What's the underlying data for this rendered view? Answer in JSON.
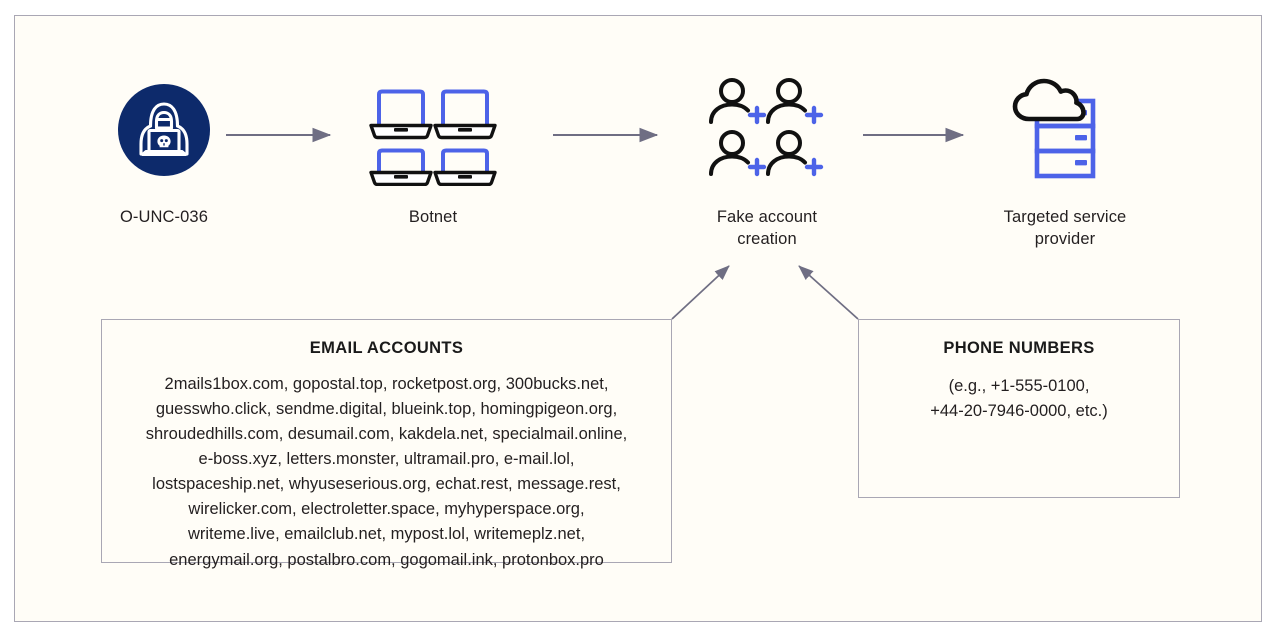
{
  "diagram": {
    "type": "flow",
    "background_color": "#fffdf7",
    "frame_border_color": "#a9a7b4",
    "accent_blue": "#4d63e8",
    "accent_navy": "#0d2a6b",
    "connector_color": "#6f6e83",
    "nodes": [
      {
        "id": "actor",
        "label": "O-UNC-036",
        "icon": "hacker-laptop-icon"
      },
      {
        "id": "botnet",
        "label": "Botnet",
        "icon": "four-laptops-icon"
      },
      {
        "id": "fake",
        "label": "Fake account\ncreation",
        "icon": "add-users-icon"
      },
      {
        "id": "target",
        "label": "Targeted service\nprovider",
        "icon": "cloud-server-icon"
      }
    ],
    "connectors": [
      {
        "from": "actor",
        "to": "botnet",
        "style": "arrow-right"
      },
      {
        "from": "botnet",
        "to": "fake",
        "style": "arrow-right"
      },
      {
        "from": "fake",
        "to": "target",
        "style": "arrow-right"
      },
      {
        "from": "email-accounts-box",
        "to": "fake",
        "style": "arrow-diagonal-up-right"
      },
      {
        "from": "phone-numbers-box",
        "to": "fake",
        "style": "arrow-diagonal-up-left"
      }
    ],
    "detail_boxes": [
      {
        "id": "email-accounts-box",
        "title": "EMAIL ACCOUNTS",
        "body": "2mails1box.com, gopostal.top, rocketpost.org, 300bucks.net,\nguesswho.click, sendme.digital, blueink.top, homingpigeon.org,\nshroudedhills.com, desumail.com, kakdela.net, specialmail.online,\ne-boss.xyz, letters.monster, ultramail.pro, e-mail.lol,\nlostspaceship.net, whyuseserious.org, echat.rest, message.rest,\nwirelicker.com, electroletter.space, myhyperspace.org,\nwriteme.live, emailclub.net, mypost.lol, writemeplz.net,\nenergymail.org, postalbro.com, gogomail.ink, protonbox.pro",
        "items": [
          "2mails1box.com",
          "gopostal.top",
          "rocketpost.org",
          "300bucks.net",
          "guesswho.click",
          "sendme.digital",
          "blueink.top",
          "homingpigeon.org",
          "shroudedhills.com",
          "desumail.com",
          "kakdela.net",
          "specialmail.online",
          "e-boss.xyz",
          "letters.monster",
          "ultramail.pro",
          "e-mail.lol",
          "lostspaceship.net",
          "whyuseserious.org",
          "echat.rest",
          "message.rest",
          "wirelicker.com",
          "electroletter.space",
          "myhyperspace.org",
          "writeme.live",
          "emailclub.net",
          "mypost.lol",
          "writemeplz.net",
          "energymail.org",
          "postalbro.com",
          "gogomail.ink",
          "protonbox.pro"
        ]
      },
      {
        "id": "phone-numbers-box",
        "title": "PHONE NUMBERS",
        "body": "(e.g., +1-555-0100,\n+44-20-7946-0000, etc.)",
        "items": [
          "+1-555-0100",
          "+44-20-7946-0000"
        ]
      }
    ]
  }
}
